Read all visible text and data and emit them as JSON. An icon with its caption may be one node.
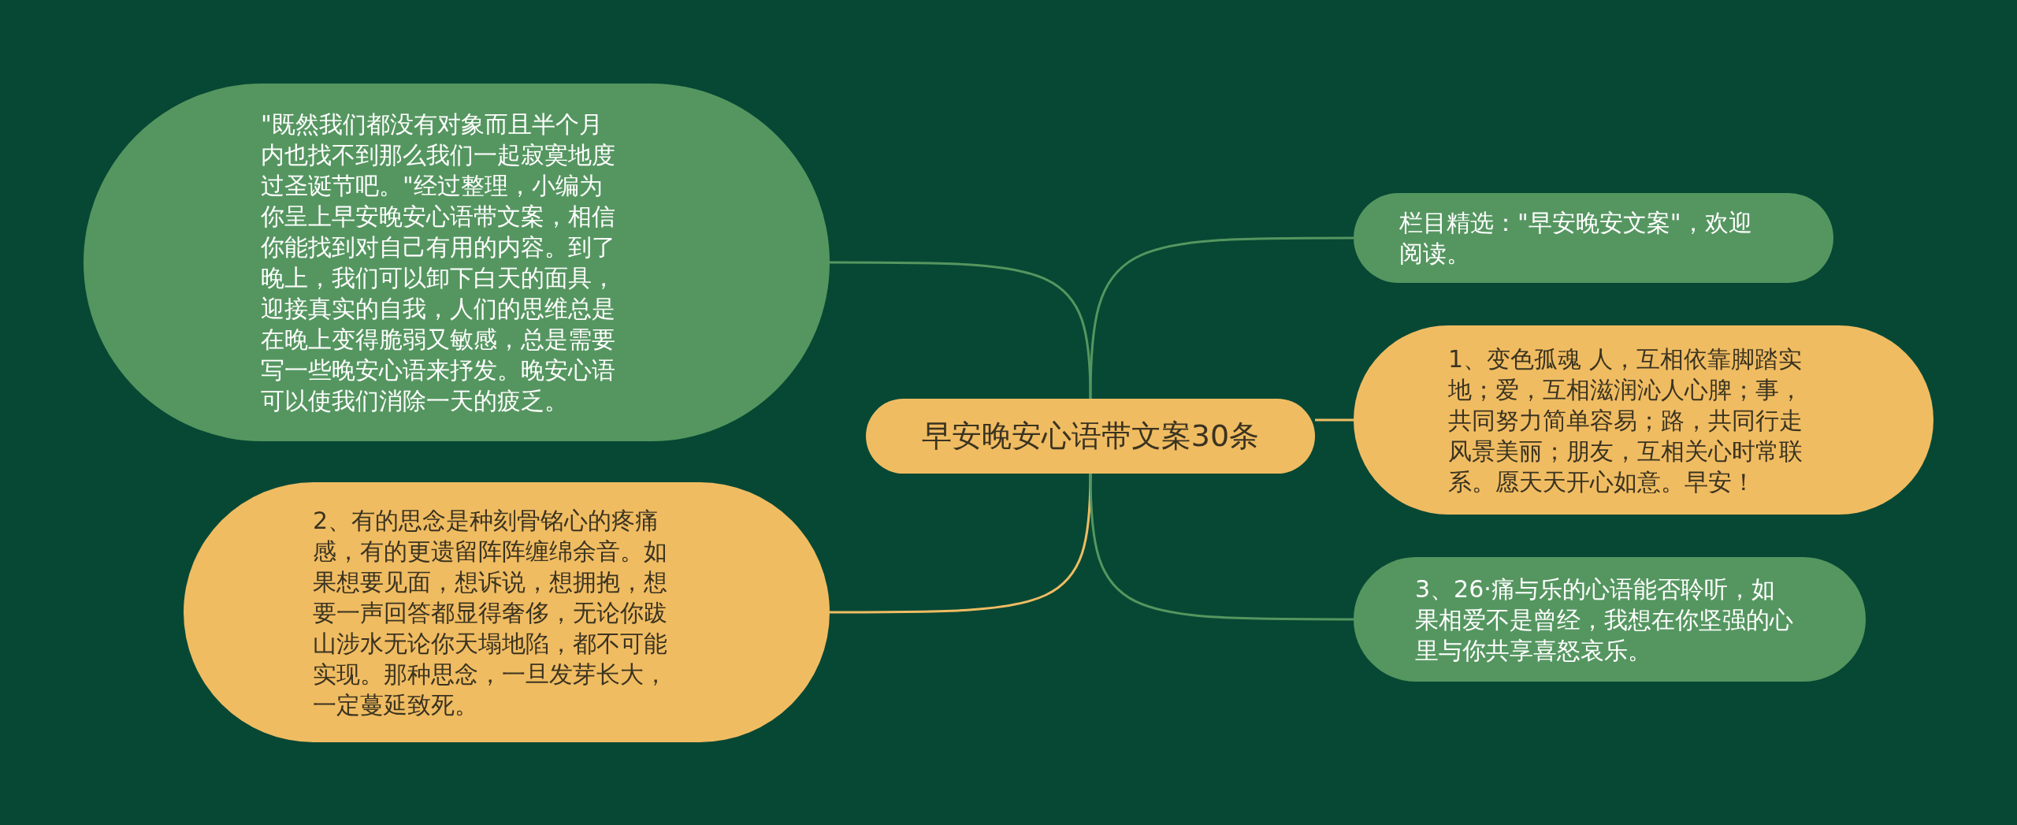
{
  "diagram": {
    "nodes": [
      {
        "text": [
          "早安晚安心语带文案30条"
        ]
      },
      {
        "text": [
          "\"既然我们都没有对象而且半个月内也找不到那么我们一起寂寞地度过圣诞节吧。\"经过整理，小编为你呈上早安晚安心语带文案，相信你能找到对自己有用的内容。到了晚上，我们可以卸下白天的面具，迎接真实的自我，人们的思维总是在晚上变得脆弱又敏感，总是需要写一些晚安心语来抒发。晚安心语可以使我们消除一天的疲乏。"
        ]
      },
      {
        "text": [
          "2、有的思念是种刻骨铭心的疼痛感，有的更遗留阵阵缠绵余音。如果想要见面，想诉说，想拥抱，想要一声回答都显得奢侈，无论你跋山涉水无论你天塌地陷，都不可能实现。那种思念，一旦发芽长大，一定蔓延致死。"
        ]
      },
      {
        "text": [
          "栏目精选：\"早安晚安文案\"，欢迎阅读。"
        ]
      },
      {
        "text": [
          "1、变色孤魂 人，互相依靠脚踏实地；爱，互相滋润沁人心脾；事，共同努力简单容易；路，共同行走风景美丽；朋友，互相关心时常联系。愿天天开心如意。早安！"
        ]
      },
      {
        "text": [
          "3、26·痛与乐的心语能否聆听，如果相爱不是曾经，我想在你坚强的心里与你共享喜怒哀乐。"
        ]
      }
    ],
    "edges": [
      {
        "from": 0,
        "to": 1,
        "arrow": "none"
      },
      {
        "from": 0,
        "to": 2,
        "arrow": "none",
        "color": "#f0bc62"
      },
      {
        "from": 0,
        "to": 3,
        "arrow": "none"
      },
      {
        "from": 0,
        "to": 4,
        "arrow": "none",
        "color": "#f0bc62"
      },
      {
        "from": 0,
        "to": 5,
        "arrow": "none"
      }
    ]
  }
}
